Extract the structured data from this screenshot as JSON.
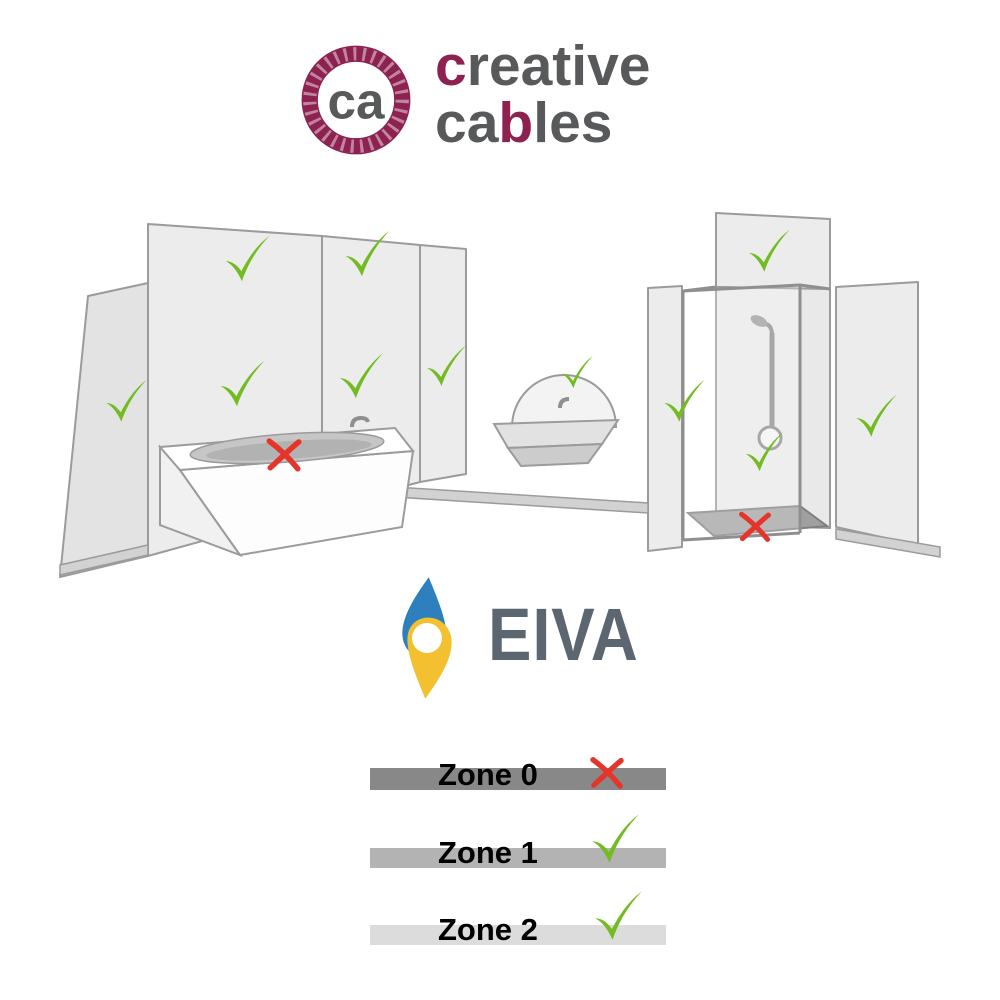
{
  "brand": {
    "monogram": "ca",
    "word1": {
      "accent": "c",
      "rest": "reative"
    },
    "word2": {
      "pre": "ca",
      "accent": "b",
      "rest": "les"
    },
    "accent_color": "#8d2150",
    "text_color": "#58595b"
  },
  "illustration": {
    "check_color": "#72bc22",
    "cross_color": "#e5352b",
    "check_icon": "✓",
    "cross_icon": "✕"
  },
  "eiva": {
    "name": "EIVA",
    "text_color": "#5b6670",
    "drop_blue": "#2e7fbe",
    "drop_yellow": "#f3c02f"
  },
  "zones": [
    {
      "label": "Zone 0",
      "mark": "cross",
      "bar_color": "#888888"
    },
    {
      "label": "Zone 1",
      "mark": "check",
      "bar_color": "#b3b3b3"
    },
    {
      "label": "Zone 2",
      "mark": "check",
      "bar_color": "#dcdcdc"
    }
  ]
}
